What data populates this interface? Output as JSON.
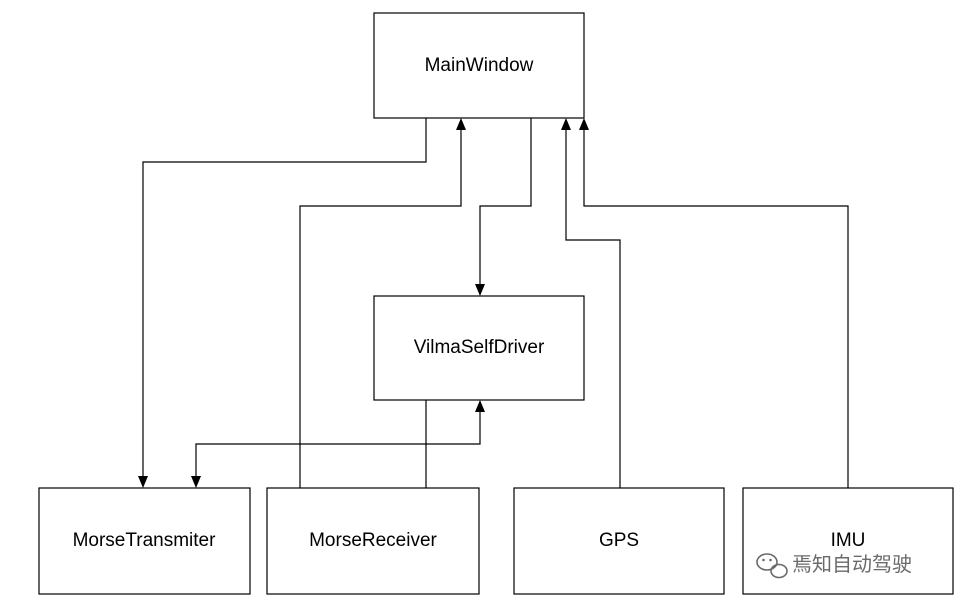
{
  "nodes": {
    "main_window": "MainWindow",
    "vilma_self_driver": "VilmaSelfDriver",
    "morse_transmiter": "MorseTransmiter",
    "morse_receiver": "MorseReceiver",
    "gps": "GPS",
    "imu": "IMU"
  },
  "edges": [
    {
      "from": "MainWindow",
      "to": "MorseTransmiter"
    },
    {
      "from": "MorseReceiver",
      "to": "MainWindow"
    },
    {
      "from": "MainWindow",
      "to": "VilmaSelfDriver"
    },
    {
      "from": "GPS",
      "to": "MainWindow"
    },
    {
      "from": "IMU",
      "to": "MainWindow"
    },
    {
      "from": "VilmaSelfDriver",
      "to": "MorseTransmiter"
    },
    {
      "from": "MorseReceiver",
      "to": "VilmaSelfDriver"
    }
  ],
  "watermark": {
    "text": "焉知自动驾驶",
    "icon": "wechat-icon"
  }
}
